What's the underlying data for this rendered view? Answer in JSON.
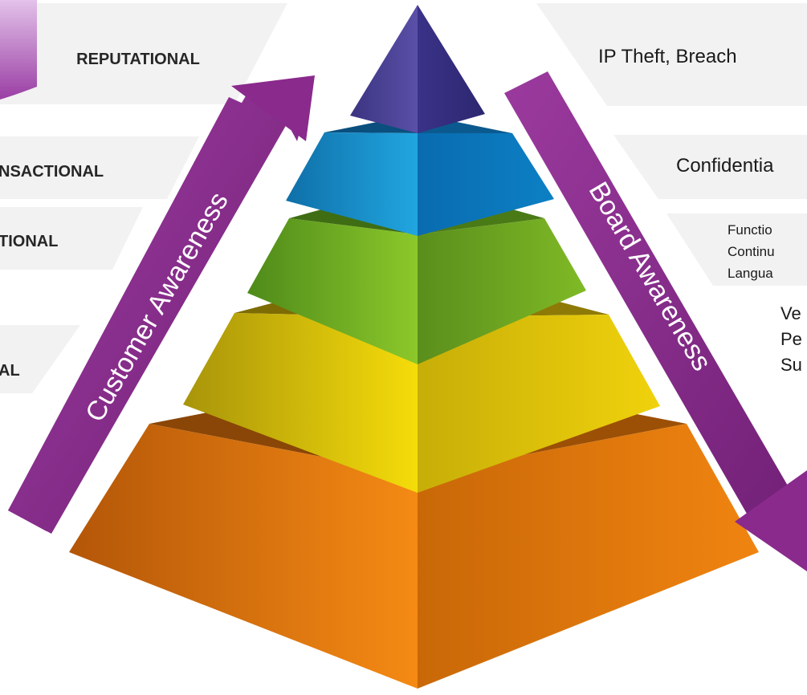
{
  "left_labels": [
    "REPUTATIONAL",
    "NSACTIONAL",
    "TIONAL",
    "AL"
  ],
  "right_labels": {
    "level1": "IP Theft, Breach",
    "level2": "Confidentia",
    "level3": [
      "Functio",
      "Continu",
      "Langua"
    ],
    "level4": [
      "Ve",
      "Pe",
      "Su"
    ]
  },
  "arrows": {
    "left": "Customer Awareness",
    "right": "Board Awareness"
  },
  "colors": {
    "arrow_purple": "#8a2a8c",
    "level1": "#4f4696",
    "level2": "#1a9ad6",
    "level3": "#86c42a",
    "level4": "#f2d40a",
    "level5": "#f07d0a",
    "panel_gray": "#f2f2f2"
  }
}
